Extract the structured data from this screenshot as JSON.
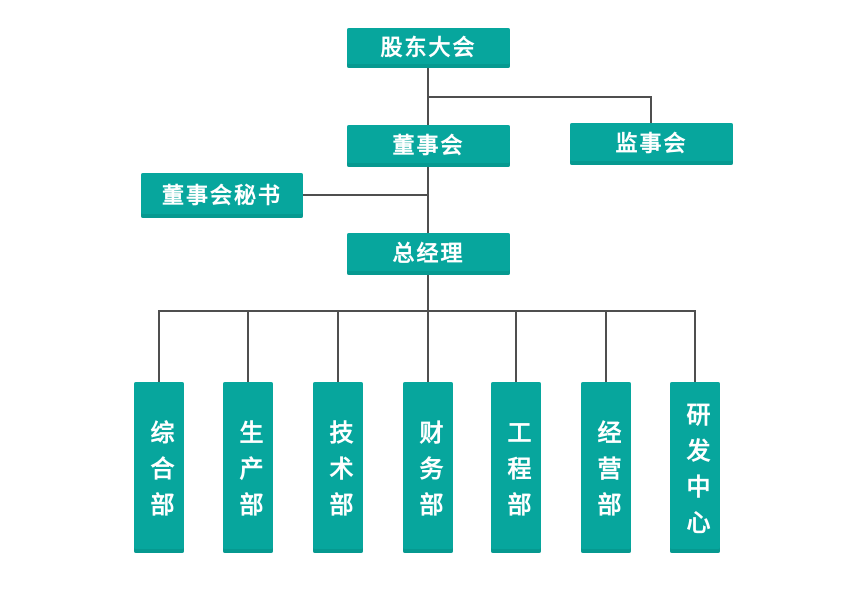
{
  "diagram": {
    "type": "org-chart",
    "colors": {
      "node_fill": "#07a69d",
      "node_text": "#ffffff",
      "connector": "#4f4f4f",
      "background": "#ffffff"
    },
    "nodes": {
      "shareholders_meeting": {
        "label": "股东大会"
      },
      "board_of_directors": {
        "label": "董事会"
      },
      "supervisory_board": {
        "label": "监事会"
      },
      "board_secretary": {
        "label": "董事会秘书"
      },
      "general_manager": {
        "label": "总经理"
      },
      "departments": [
        {
          "label": "综合部"
        },
        {
          "label": "生产部"
        },
        {
          "label": "技术部"
        },
        {
          "label": "财务部"
        },
        {
          "label": "工程部"
        },
        {
          "label": "经营部"
        },
        {
          "label": "研发中心"
        }
      ]
    }
  }
}
